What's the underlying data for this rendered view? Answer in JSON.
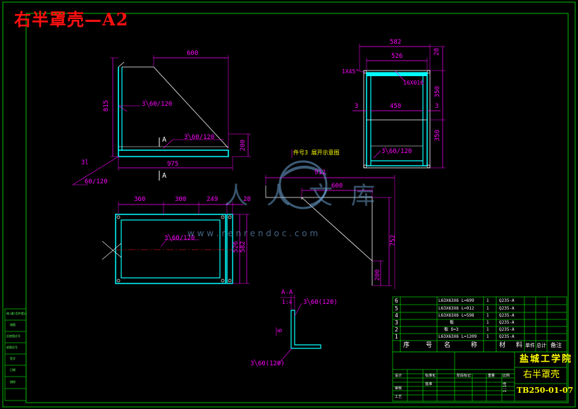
{
  "title": "右半罩壳—A2",
  "colors": {
    "frame": "#00c000",
    "object": "#00ffff",
    "dimension": "#ff00ff",
    "centerline": "#ff2020",
    "title_text": "#ff1010",
    "block_text": "#ffff00",
    "watermark": "#6fa7d8"
  },
  "front_view": {
    "dims": {
      "width": "600",
      "height": "815",
      "base": "975",
      "small": "200",
      "small_left": "3l"
    },
    "weld": {
      "a": "3╲60/120",
      "b": "3╲60/120",
      "c": "60/120"
    },
    "section_marks": {
      "top": "A",
      "bottom": "A"
    }
  },
  "side_view": {
    "dims": {
      "outer": "582",
      "inner": "526",
      "top_right": "28",
      "mid": "450",
      "left": "3",
      "right": "3",
      "h1": "350",
      "h2": "350"
    },
    "notes": {
      "chamfer": "1X45°",
      "holes": "16X016",
      "weld": "3╲60/120"
    }
  },
  "top_view": {
    "dims": {
      "a": "360",
      "b": "300",
      "c": "249",
      "d": "28",
      "e": "526",
      "f": "582"
    },
    "weld": "3╲60/120"
  },
  "aux_view": {
    "note": "件号3 展开示意图",
    "dims": {
      "a": "912",
      "b": "600",
      "c": "752",
      "d": "200"
    }
  },
  "section_detail": {
    "label": "A-A",
    "scale": "1:4",
    "weld_top": "3╲60(120)",
    "weld_bottom": "3╲60(120)",
    "dim": "6"
  },
  "watermark": {
    "text": "人人文库",
    "url": "w w w . r e n r e n d o c . c o m"
  },
  "bom": {
    "rows": [
      {
        "no": "6",
        "name": "L63X63X6 L=699",
        "qty": "1",
        "material": "Q235-A"
      },
      {
        "no": "5",
        "name": "L63X63X6 L=912",
        "qty": "1",
        "material": "Q235-A"
      },
      {
        "no": "4",
        "name": "L63X63X6 L=598",
        "qty": "1",
        "material": "Q235-A"
      },
      {
        "no": "3",
        "name": "板",
        "qty": "1",
        "material": "Q235-A"
      },
      {
        "no": "2",
        "name": "板 δ=3",
        "qty": "1",
        "material": "Q235-A"
      },
      {
        "no": "1",
        "name": "L63X63X6 L=1209",
        "qty": "1",
        "material": "Q235-A"
      }
    ],
    "header": {
      "c1": "序",
      "c2": "号",
      "c3": "名",
      "c4": "称",
      "c5": "材",
      "c6": "料",
      "c7": "单件",
      "c8": "总计",
      "c9": "备注"
    }
  },
  "title_block": {
    "school": "盐城工学院",
    "part": "右半罩壳",
    "code": "TB250-01-07",
    "cells": {
      "r1": "设计",
      "r2": "审核",
      "r3": "工艺",
      "s1": "标准化",
      "s2": "批准",
      "s3": "阶段标记",
      "s4": "重量",
      "s5": "比例",
      "ratio": "1:10"
    }
  },
  "left_stamp": {
    "t1": "借(通)用件登记",
    "t2": "旧底图总号",
    "t3": "底图总号",
    "t4": "签字",
    "t5": "日期",
    "t6": "描图",
    "t7": "描校"
  }
}
